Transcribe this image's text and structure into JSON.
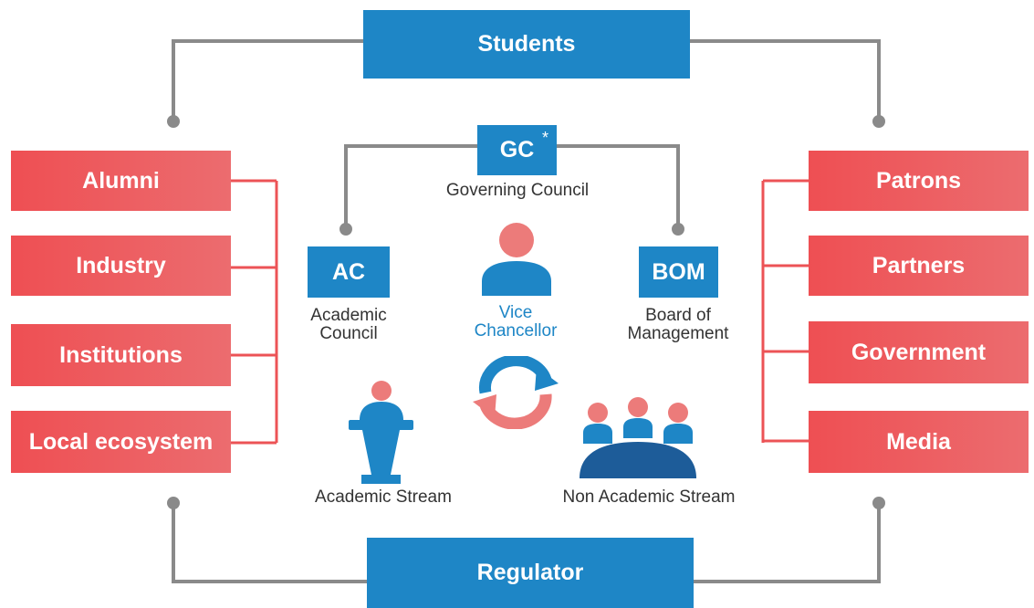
{
  "top": {
    "label": "Students"
  },
  "bottom": {
    "label": "Regulator"
  },
  "left_items": [
    "Alumni",
    "Industry",
    "Institutions",
    "Local ecosystem"
  ],
  "right_items": [
    "Patrons",
    "Partners",
    "Government",
    "Media"
  ],
  "gc": {
    "abbr": "GC",
    "marker": "*",
    "name": "Governing Council"
  },
  "ac": {
    "abbr": "AC",
    "name_line1": "Academic",
    "name_line2": "Council"
  },
  "bom": {
    "abbr": "BOM",
    "name_line1": "Board of",
    "name_line2": "Management"
  },
  "vc": {
    "name_line1": "Vice",
    "name_line2": "Chancellor"
  },
  "academic_stream": {
    "label": "Academic Stream"
  },
  "non_academic_stream": {
    "label": "Non Academic Stream"
  },
  "icons": {
    "person": "person-icon",
    "cycle": "cycle-arrows-icon",
    "podium": "podium-speaker-icon",
    "group": "group-meeting-icon"
  },
  "colors": {
    "blue": "#1e86c6",
    "red": "#ec5356",
    "pink": "#ec7b7a",
    "gray_line": "#8a8a8a"
  }
}
